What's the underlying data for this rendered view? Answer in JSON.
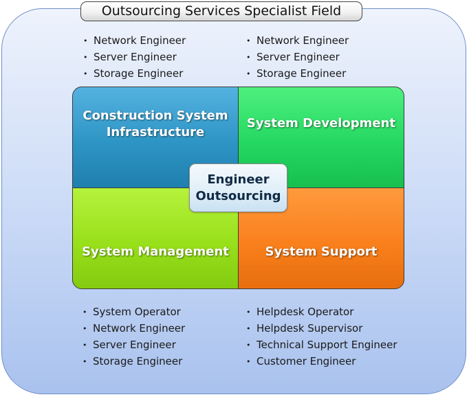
{
  "title": "Outsourcing Services Specialist Field",
  "top_left_list": [
    "Network Engineer",
    "Server Engineer",
    "Storage Engineer"
  ],
  "top_right_list": [
    "Network Engineer",
    "Server Engineer",
    "Storage Engineer"
  ],
  "bottom_left_list": [
    "System Operator",
    "Network Engineer",
    "Server Engineer",
    "Storage Engineer"
  ],
  "bottom_right_list": [
    "Helpdesk Operator",
    "Helpdesk Supervisor",
    "Technical Support Engineer",
    "Customer Engineer"
  ],
  "quadrants": {
    "top_left": [
      "Construction System",
      "Infrastructure"
    ],
    "top_right": "System Development",
    "bottom_left": "System Management",
    "bottom_right": "System Support"
  },
  "center": [
    "Engineer",
    "Outsourcing"
  ],
  "colors": {
    "top_left": "#2d95c5",
    "top_right": "#25d862",
    "bottom_left": "#98e01b",
    "bottom_right": "#f9801c",
    "background": "#c9d9f6"
  }
}
